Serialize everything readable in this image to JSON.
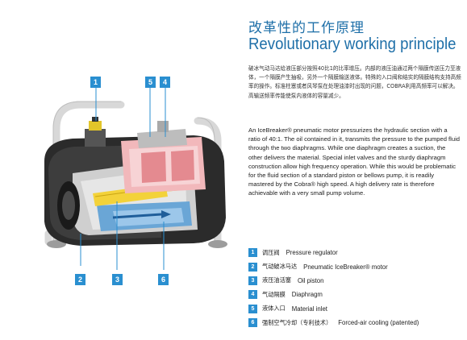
{
  "title_zh": "改革性的工作原理",
  "title_en": "Revolutionary working principle",
  "para_zh": "破冰气动马达给液压部分按照40比1的比率增压。内部的液压油通过两个隔膜传送压力至液体，一个隔膜产生抽吸，另外一个隔膜输送液体。特殊的入口阀和结实的隔膜结构支持高频率的操作。标准柱塞或者风琴泵在处理油漆时出现的问题，COBRA利用高频率可以解决。高输送频率传能使泵内液体的容量减少。",
  "para_en": "An IceBreaker® pneumatic motor pressurizes the hydraulic section with a ratio of 40:1. The oil contained in it, transmits the pressure to the pumped fluid through the two diaphragms. While one diaphragm creates a suction, the other delivers the material. Special inlet valves and the sturdy diaphragm construction allow high frequency operation. While this would be problematic for the fluid section of a standard piston or bellows pump, it is readily mastered by the Cobra® high speed. A high delivery rate is therefore achievable with a very small pump volume.",
  "callouts": [
    "1",
    "5",
    "4",
    "2",
    "3",
    "6"
  ],
  "legend": [
    {
      "num": "1",
      "zh": "调压阀",
      "en": "Pressure regulator"
    },
    {
      "num": "2",
      "zh": "气动破冰马达",
      "en": "Pneumatic IceBreaker® motor"
    },
    {
      "num": "3",
      "zh": "液压油活塞",
      "en": "Oil piston"
    },
    {
      "num": "4",
      "zh": "气动隔膜",
      "en": "Diaphragm"
    },
    {
      "num": "5",
      "zh": "液体入口",
      "en": "Material inlet"
    },
    {
      "num": "6",
      "zh": "强制空气冷却（专利技术）",
      "en": "Forced-air cooling (patented)"
    }
  ],
  "colors": {
    "accent": "#2a8fd0",
    "title": "#1e6fa8"
  }
}
